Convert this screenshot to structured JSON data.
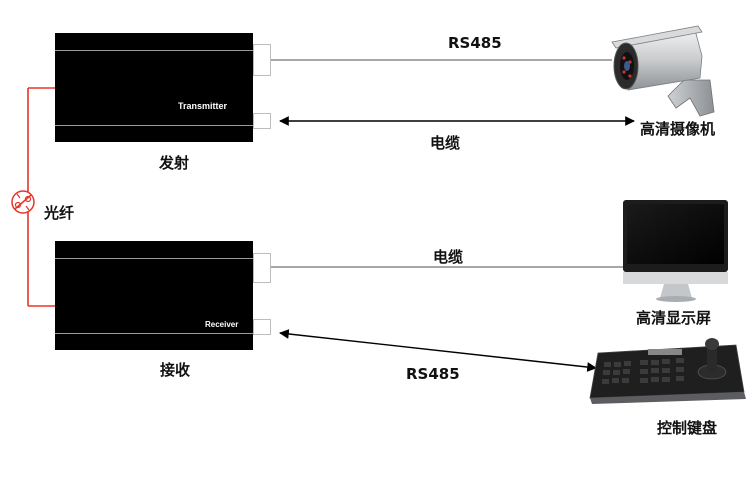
{
  "transmitter": {
    "device_label": "Transmitter",
    "caption": "发射"
  },
  "receiver": {
    "device_label": "Receiver",
    "caption": "接收"
  },
  "fiber": {
    "label": "光纤",
    "color": "#e8332b"
  },
  "links": {
    "camera_rs485": "RS485",
    "camera_cable": "电缆",
    "monitor_cable": "电缆",
    "keyboard_rs485": "RS485"
  },
  "devices": {
    "camera": {
      "label": "高清摄像机",
      "icon": "cctv-camera-icon"
    },
    "monitor": {
      "label": "高清显示屏",
      "icon": "monitor-icon"
    },
    "keyboard": {
      "label": "控制键盘",
      "icon": "control-keyboard-icon"
    }
  }
}
